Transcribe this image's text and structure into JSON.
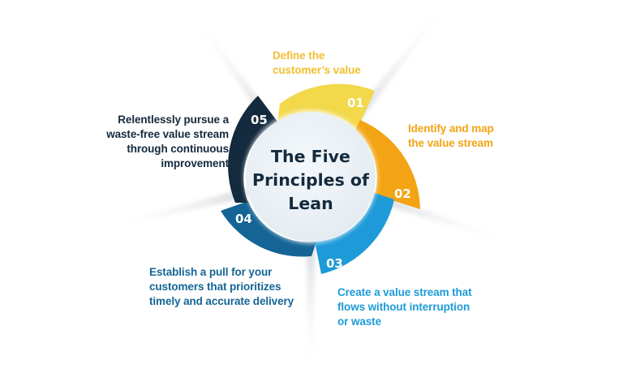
{
  "diagram": {
    "title_lines": [
      "The Five",
      "Principles of",
      "Lean"
    ],
    "colors": {
      "p01": "#f2d84a",
      "p02": "#f2a414",
      "p03": "#1e9ad8",
      "p04": "#146595",
      "p05": "#142a3e",
      "center_fill": "#eef3f7",
      "title_text": "#142a3e"
    },
    "principles": [
      {
        "number": "01",
        "text_lines": [
          "Define the",
          "customer’s value"
        ],
        "color": "#f0c030"
      },
      {
        "number": "02",
        "text_lines": [
          "Identify and map",
          "the value stream"
        ],
        "color": "#f2a414"
      },
      {
        "number": "03",
        "text_lines": [
          "Create a value stream that",
          "flows without interruption",
          "or waste"
        ],
        "color": "#1e9ad8"
      },
      {
        "number": "04",
        "text_lines": [
          "Establish a pull for your",
          "customers that prioritizes",
          "timely and accurate delivery"
        ],
        "color": "#146595"
      },
      {
        "number": "05",
        "text_lines": [
          "Relentlessly pursue a",
          "waste-free value stream",
          "through continuous",
          "improvement"
        ],
        "color": "#142a3e"
      }
    ]
  }
}
